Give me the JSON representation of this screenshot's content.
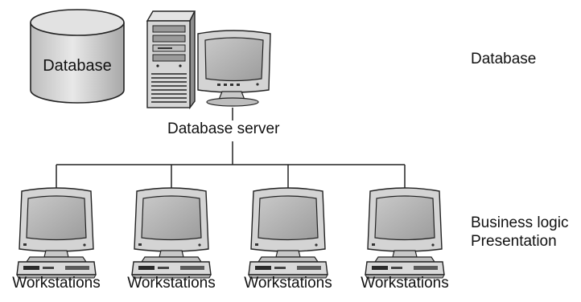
{
  "database": {
    "label": "Database"
  },
  "server": {
    "label": "Database server"
  },
  "workstations": [
    {
      "label": "Workstations"
    },
    {
      "label": "Workstations"
    },
    {
      "label": "Workstations"
    },
    {
      "label": "Workstations"
    }
  ],
  "tiers": {
    "database": "Database",
    "business_logic": "Business logic",
    "presentation": "Presentation"
  },
  "colors": {
    "device_fill": "#d9d9d9",
    "device_dark": "#9a9a9a",
    "screen": "#bdbdbd",
    "line": "#222222"
  }
}
